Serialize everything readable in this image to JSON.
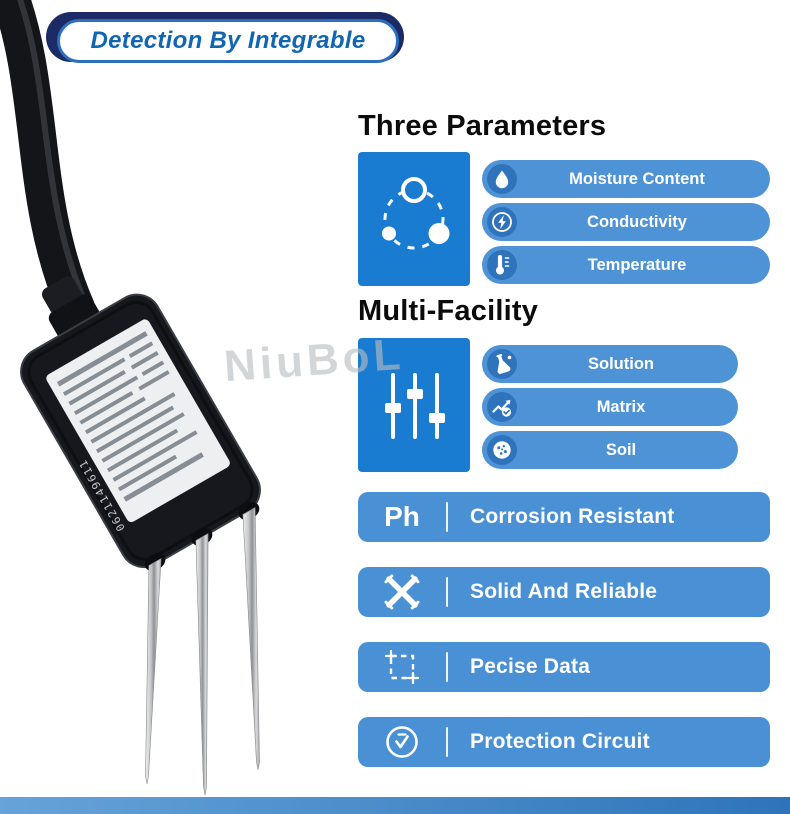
{
  "badge": {
    "label": "Detection By Integrable"
  },
  "watermark": "NiuBoL",
  "device": {
    "serial": "0621149611"
  },
  "sections": [
    {
      "heading": "Three Parameters",
      "icon": "share-network-icon",
      "items": [
        {
          "label": "Moisture Content",
          "icon": "moisture-drop-icon"
        },
        {
          "label": "Conductivity",
          "icon": "conductivity-bolt-icon"
        },
        {
          "label": "Temperature",
          "icon": "thermometer-icon"
        }
      ]
    },
    {
      "heading": "Multi-Facility",
      "icon": "sliders-icon",
      "items": [
        {
          "label": "Solution",
          "icon": "flask-icon"
        },
        {
          "label": "Matrix",
          "icon": "growth-check-icon"
        },
        {
          "label": "Soil",
          "icon": "soil-icon"
        }
      ]
    }
  ],
  "features": [
    {
      "label": "Corrosion Resistant",
      "icon": "ph-icon",
      "icon_text": "Ph"
    },
    {
      "label": "Solid And Reliable",
      "icon": "cross-brace-icon"
    },
    {
      "label": "Pecise Data",
      "icon": "precision-frame-icon"
    },
    {
      "label": "Protection Circuit",
      "icon": "protection-check-icon"
    }
  ],
  "colors": {
    "navy": "#1C2A66",
    "badge_text": "#1166B3",
    "badge_border": "#2D6FBE",
    "square_blue": "#1A7CD0",
    "pill_blue": "#4F93D7",
    "disc_blue": "#2F73BD",
    "row_blue": "#4A90D5",
    "footer_gradient_start": "#66A3D8",
    "footer_gradient_end": "#2E74BA"
  }
}
